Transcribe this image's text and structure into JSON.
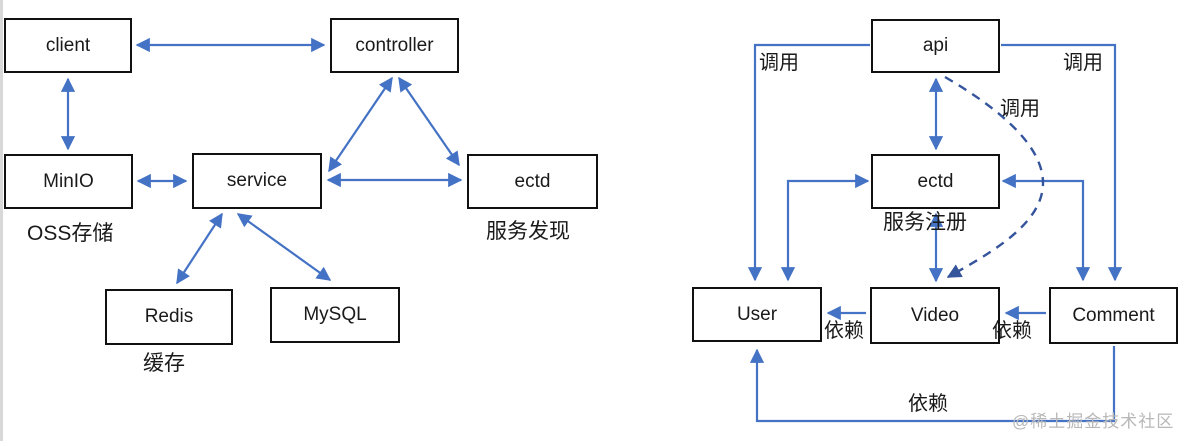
{
  "colors": {
    "arrow": "#4472c4",
    "dashed_arrow": "#34549c",
    "box_border": "#111111",
    "box_fill": "#ffffff",
    "text": "#1a1a1a",
    "watermark": "#b8b8b8"
  },
  "left_diagram": {
    "nodes": [
      {
        "id": "client",
        "label": "client"
      },
      {
        "id": "controller",
        "label": "controller"
      },
      {
        "id": "minio",
        "label": "MinIO"
      },
      {
        "id": "service",
        "label": "service"
      },
      {
        "id": "ectd",
        "label": "ectd"
      },
      {
        "id": "redis",
        "label": "Redis"
      },
      {
        "id": "mysql",
        "label": "MySQL"
      }
    ],
    "annotations": [
      {
        "id": "oss-storage",
        "label": "OSS存储"
      },
      {
        "id": "service-discovery",
        "label": "服务发现"
      },
      {
        "id": "cache",
        "label": "缓存"
      }
    ],
    "edges": [
      {
        "from": "client",
        "to": "controller",
        "bidirectional": true,
        "style": "solid"
      },
      {
        "from": "client",
        "to": "MinIO",
        "bidirectional": true,
        "style": "solid"
      },
      {
        "from": "MinIO",
        "to": "service",
        "bidirectional": true,
        "style": "solid"
      },
      {
        "from": "service",
        "to": "ectd",
        "bidirectional": true,
        "style": "solid"
      },
      {
        "from": "controller",
        "to": "service",
        "bidirectional": true,
        "style": "solid"
      },
      {
        "from": "controller",
        "to": "ectd",
        "bidirectional": true,
        "style": "solid"
      },
      {
        "from": "service",
        "to": "Redis",
        "bidirectional": true,
        "style": "solid"
      },
      {
        "from": "service",
        "to": "MySQL",
        "bidirectional": true,
        "style": "solid"
      }
    ]
  },
  "right_diagram": {
    "nodes": [
      {
        "id": "api",
        "label": "api"
      },
      {
        "id": "ectd",
        "label": "ectd"
      },
      {
        "id": "user",
        "label": "User"
      },
      {
        "id": "video",
        "label": "Video"
      },
      {
        "id": "comment",
        "label": "Comment"
      }
    ],
    "annotations": [
      {
        "id": "call-left",
        "label": "调用"
      },
      {
        "id": "call-right",
        "label": "调用"
      },
      {
        "id": "call-dashed",
        "label": "调用"
      },
      {
        "id": "service-register",
        "label": "服务注册"
      },
      {
        "id": "depend-user-video",
        "label": "依赖"
      },
      {
        "id": "depend-video-comment",
        "label": "依赖"
      },
      {
        "id": "depend-bottom",
        "label": "依赖"
      }
    ],
    "edges": [
      {
        "from": "api",
        "to": "User",
        "bidirectional": false,
        "style": "solid",
        "label": "调用"
      },
      {
        "from": "api",
        "to": "Comment",
        "bidirectional": false,
        "style": "solid",
        "label": "调用"
      },
      {
        "from": "api",
        "to": "ectd",
        "bidirectional": true,
        "style": "solid"
      },
      {
        "from": "api",
        "to": "Video",
        "bidirectional": false,
        "style": "dashed",
        "label": "调用"
      },
      {
        "from": "ectd",
        "to": "User",
        "bidirectional": true,
        "style": "solid"
      },
      {
        "from": "ectd",
        "to": "Comment",
        "bidirectional": true,
        "style": "solid"
      },
      {
        "from": "ectd",
        "to": "Video",
        "bidirectional": true,
        "style": "solid",
        "label": "服务注册"
      },
      {
        "from": "Video",
        "to": "User",
        "bidirectional": false,
        "style": "solid",
        "label": "依赖"
      },
      {
        "from": "Comment",
        "to": "Video",
        "bidirectional": false,
        "style": "solid",
        "label": "依赖"
      },
      {
        "from": "Comment",
        "to": "User",
        "bidirectional": false,
        "style": "solid",
        "label": "依赖"
      }
    ]
  },
  "watermark": "@稀土掘金技术社区"
}
